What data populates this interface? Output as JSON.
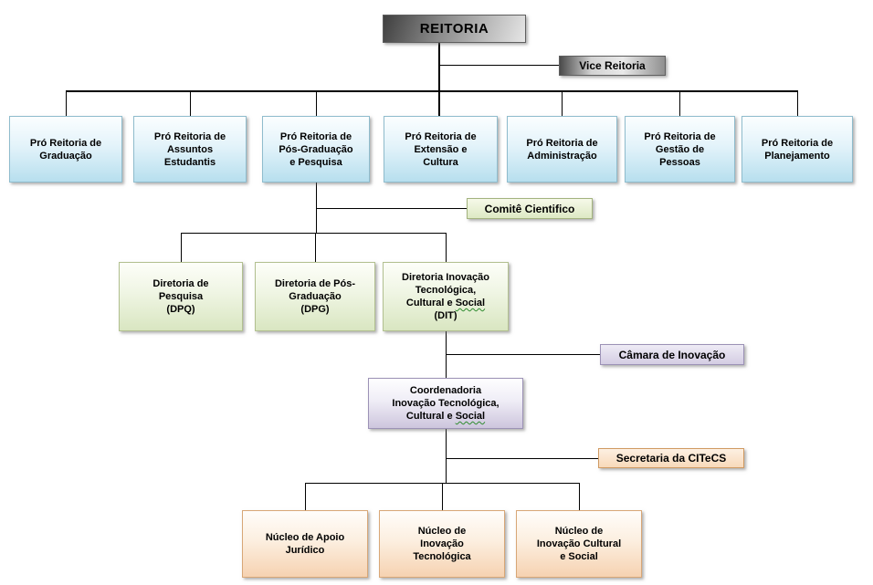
{
  "colors": {
    "connector_line": "#000000",
    "gray_header_fill": "#8c8c8c",
    "blue_fill": "#b7dfee",
    "blue_border": "#8fbccd",
    "green_fill": "#d9e6c1",
    "green_border": "#b2c090",
    "purple_fill": "#cdc5dd",
    "purple_border": "#9c92b6",
    "orange_fill": "#f6d2b1",
    "orange_border": "#d8a777",
    "spellcheck_underline": "#2e8b2e"
  },
  "org": {
    "root": {
      "label": "REITORIA"
    },
    "vice": {
      "label": "Vice Reitoria"
    },
    "pro_reitorias": [
      {
        "lines": [
          "Pró Reitoria de",
          "Graduação"
        ]
      },
      {
        "lines": [
          "Pró Reitoria de",
          "Assuntos",
          "Estudantis"
        ]
      },
      {
        "lines": [
          "Pró Reitoria de",
          "Pós-Graduação",
          "e Pesquisa"
        ]
      },
      {
        "lines": [
          "Pró Reitoria de",
          "Extensão e",
          "Cultura"
        ]
      },
      {
        "lines": [
          "Pró Reitoria de",
          "Administração"
        ]
      },
      {
        "lines": [
          "Pró Reitoria de",
          "Gestão de",
          "Pessoas"
        ]
      },
      {
        "lines": [
          "Pró Reitoria de",
          "Planejamento"
        ]
      }
    ],
    "comite": {
      "label": "Comitê Cientifico"
    },
    "diretorias": [
      {
        "lines": [
          "Diretoria de",
          "Pesquisa",
          "(DPQ)"
        ]
      },
      {
        "lines": [
          "Diretoria de Pós-",
          "Graduação",
          "(DPG)"
        ]
      },
      {
        "lines": [
          "Diretoria Inovação",
          "Tecnológica,",
          "Cultural e Social",
          "(DIT)"
        ],
        "wavy_word": "Social"
      }
    ],
    "camara": {
      "label": "Câmara de Inovação"
    },
    "coordenadoria": {
      "lines": [
        "Coordenadoria",
        "Inovação Tecnológica,",
        "Cultural e Social"
      ],
      "wavy_word": "Social"
    },
    "secretaria": {
      "label": "Secretaria da CITeCS"
    },
    "nucleos": [
      {
        "lines": [
          "Núcleo de Apoio",
          "Jurídico"
        ]
      },
      {
        "lines": [
          "Núcleo de",
          "Inovação",
          "Tecnológica"
        ]
      },
      {
        "lines": [
          "Núcleo de",
          "Inovação Cultural",
          "e Social"
        ]
      }
    ]
  }
}
